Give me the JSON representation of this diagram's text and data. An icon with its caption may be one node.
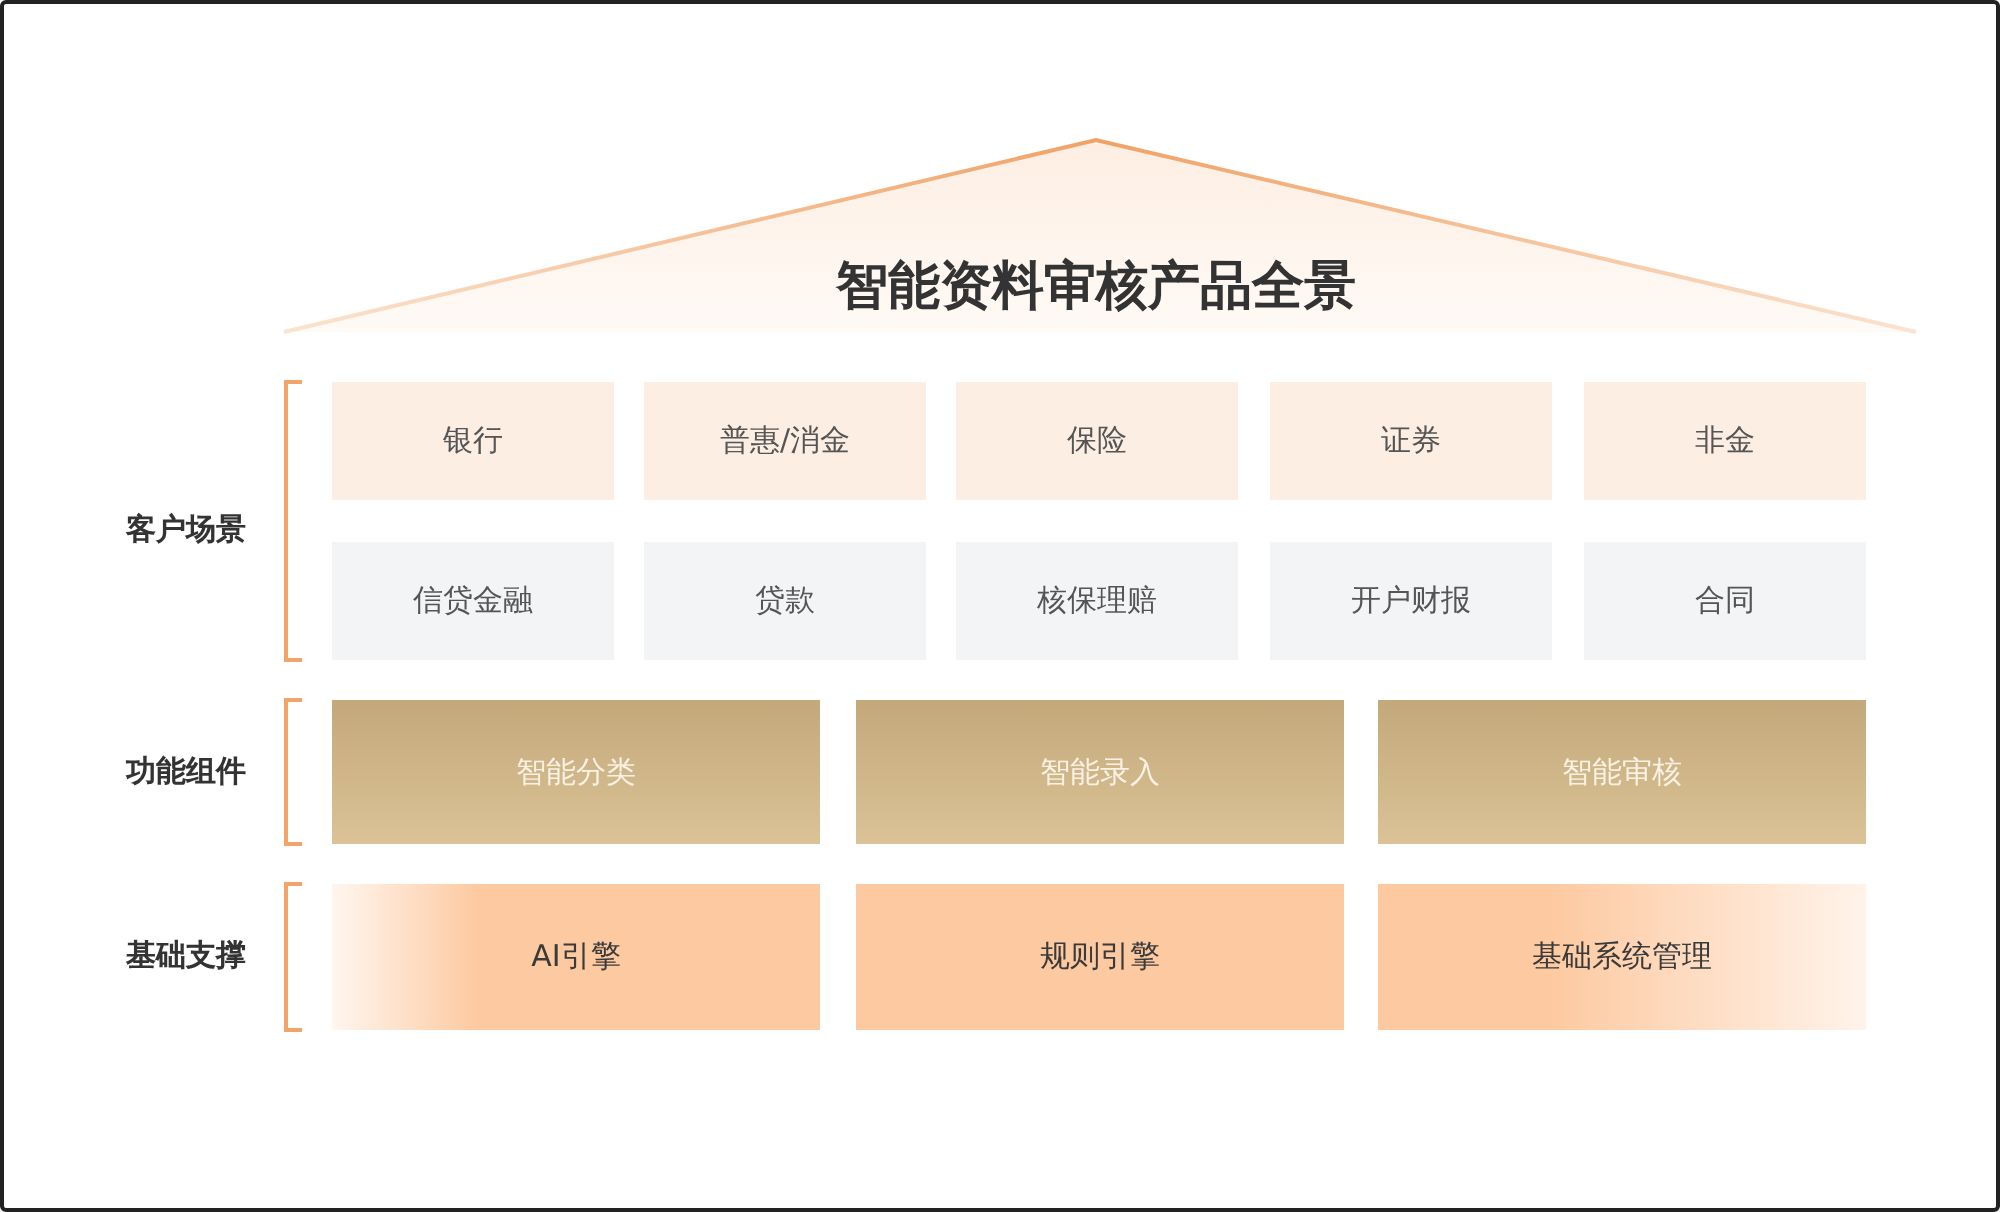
{
  "diagram": {
    "title": "智能资料审核产品全景",
    "nodes": [
      {
        "text": [
          "银行"
        ]
      },
      {
        "text": [
          "普惠/消金"
        ]
      },
      {
        "text": [
          "保险"
        ]
      },
      {
        "text": [
          "证券"
        ]
      },
      {
        "text": [
          "非金"
        ]
      },
      {
        "text": [
          "信贷金融"
        ]
      },
      {
        "text": [
          "贷款"
        ]
      },
      {
        "text": [
          "核保理赔"
        ]
      },
      {
        "text": [
          "开户财报"
        ]
      },
      {
        "text": [
          "合同"
        ]
      },
      {
        "text": [
          "智能分类"
        ]
      },
      {
        "text": [
          "智能录入"
        ]
      },
      {
        "text": [
          "智能审核"
        ]
      },
      {
        "text": [
          "AI引擎"
        ]
      },
      {
        "text": [
          "规则引擎"
        ]
      },
      {
        "text": [
          "基础系统管理"
        ]
      }
    ],
    "labels": [
      "客户场景",
      "功能组件",
      "基础支撑"
    ]
  }
}
